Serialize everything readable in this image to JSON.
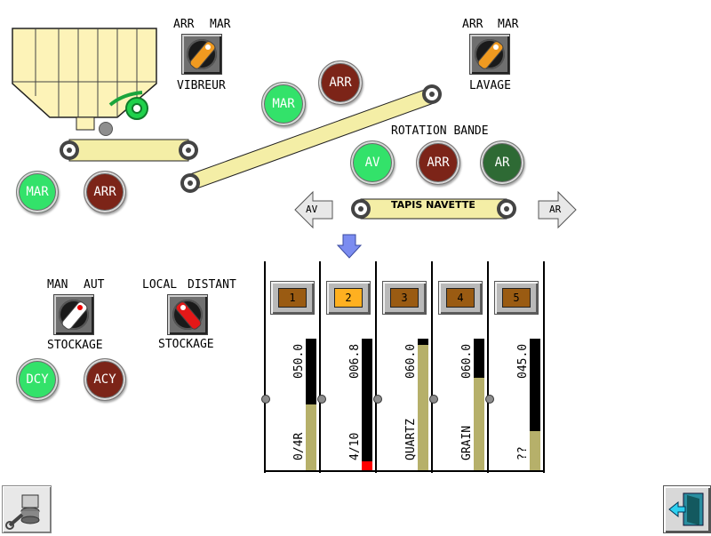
{
  "hopper": {
    "vibreur": {
      "left": "ARR",
      "right": "MAR",
      "label": "VIBREUR"
    },
    "feed_buttons": {
      "mar": "MAR",
      "arr": "ARR"
    }
  },
  "incline": {
    "buttons": {
      "mar": "MAR",
      "arr": "ARR"
    },
    "lavage": {
      "left": "ARR",
      "right": "MAR",
      "label": "LAVAGE"
    }
  },
  "rotation": {
    "title": "ROTATION BANDE",
    "buttons": {
      "av": "AV",
      "arr": "ARR",
      "ar": "AR"
    }
  },
  "shuttle": {
    "label": "TAPIS NAVETTE",
    "left_arrow": "AV",
    "right_arrow": "AR"
  },
  "stockage_mode": {
    "left": "MAN",
    "right": "AUT",
    "label": "STOCKAGE"
  },
  "stockage_loc": {
    "left": "LOCAL",
    "right": "DISTANT",
    "label": "STOCKAGE"
  },
  "cycle_buttons": {
    "dcy": "DCY",
    "acy": "ACY"
  },
  "silos": [
    {
      "num": "1",
      "value": "050.0",
      "product": "0/4R",
      "level": 0.5,
      "fill": "#b6b06a",
      "active": false
    },
    {
      "num": "2",
      "value": "006.8",
      "product": "4/10",
      "level": 0.07,
      "fill": "#ff0000",
      "active": true
    },
    {
      "num": "3",
      "value": "060.0",
      "product": "QUARTZ",
      "level": 0.95,
      "fill": "#b6b06a",
      "active": false
    },
    {
      "num": "4",
      "value": "060.0",
      "product": "GRAIN",
      "level": 0.7,
      "fill": "#b6b06a",
      "active": false
    },
    {
      "num": "5",
      "value": "045.0",
      "product": "??",
      "level": 0.3,
      "fill": "#b6b06a",
      "active": false
    }
  ],
  "colors": {
    "run": "#33e26a",
    "stop": "#7c2418",
    "reverse": "#2e6a34",
    "belt": "#f4eea6",
    "hopper": "#fdf3b8"
  },
  "icons": {
    "maintenance": "server-wrench-icon",
    "exit": "exit-door-icon"
  }
}
